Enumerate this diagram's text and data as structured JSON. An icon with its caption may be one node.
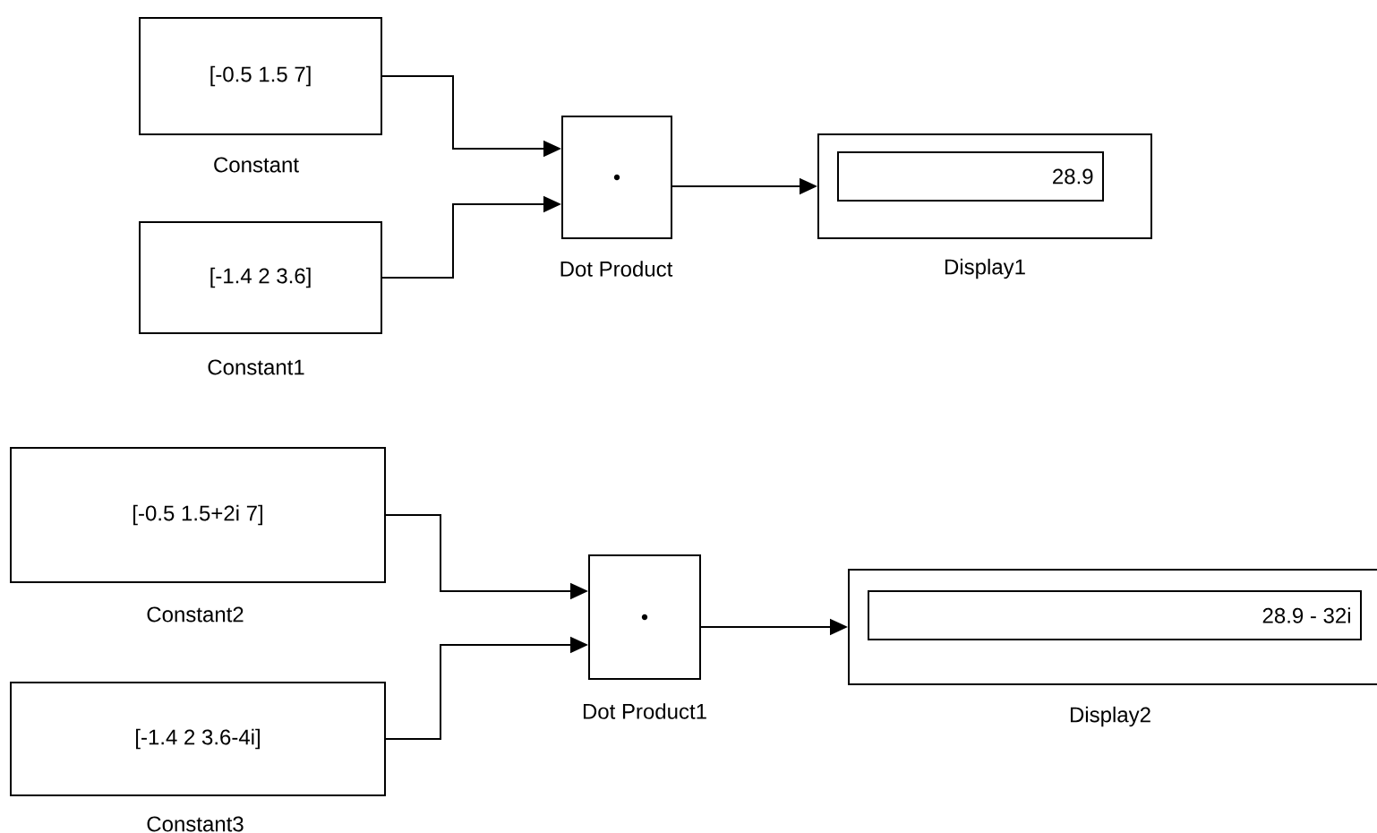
{
  "diagram": {
    "nodes": [
      {
        "text": [
          "[-0.5 1.5 7]"
        ],
        "beside": [
          "Constant"
        ]
      },
      {
        "text": [
          "[-1.4 2 3.6]"
        ],
        "beside": [
          "Constant1"
        ]
      },
      {
        "text": [],
        "shape": "box",
        "beside": [
          "Dot Product"
        ]
      },
      {
        "text": [
          "28.9"
        ],
        "beside": [
          "Display1"
        ]
      },
      {
        "text": [
          "[-0.5 1.5+2i 7]"
        ],
        "beside": [
          "Constant2"
        ]
      },
      {
        "text": [
          "[-1.4 2 3.6-4i]"
        ],
        "beside": [
          "Constant3"
        ]
      },
      {
        "text": [],
        "shape": "box",
        "beside": [
          "Dot Product1"
        ]
      },
      {
        "text": [
          "28.9 - 32i"
        ],
        "beside": [
          "Display2"
        ]
      }
    ],
    "edges": [
      {
        "from": 0,
        "to": 2,
        "arrow": "to"
      },
      {
        "from": 1,
        "to": 2,
        "arrow": "to"
      },
      {
        "from": 2,
        "to": 3,
        "arrow": "to"
      },
      {
        "from": 4,
        "to": 6,
        "arrow": "to"
      },
      {
        "from": 5,
        "to": 6,
        "arrow": "to"
      },
      {
        "from": 6,
        "to": 7,
        "arrow": "to"
      }
    ]
  }
}
